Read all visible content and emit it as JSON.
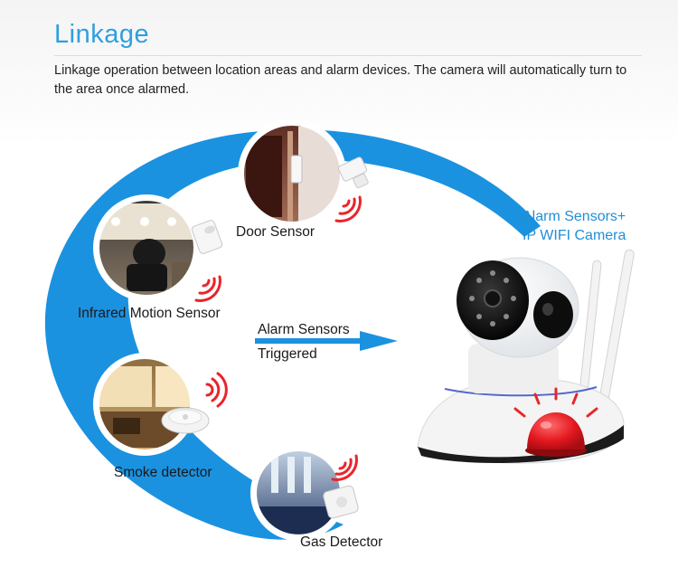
{
  "header": {
    "title": "Linkage",
    "description": "Linkage operation between location areas and alarm devices. The camera will automatically turn to the area once alarmed."
  },
  "sensors": {
    "door": "Door Sensor",
    "infrared": "Infrared Motion Sensor",
    "smoke": "Smoke detector",
    "gas": "Gas Detector"
  },
  "arrow": {
    "line1": "Alarm Sensors",
    "line2": "Triggered"
  },
  "camera": {
    "line1": "Alarm Sensors+",
    "line2": "IP WIFI Camera"
  },
  "colors": {
    "accent": "#2e9fe0",
    "arc": "#1b92e0",
    "alarm": "#e8252b"
  }
}
